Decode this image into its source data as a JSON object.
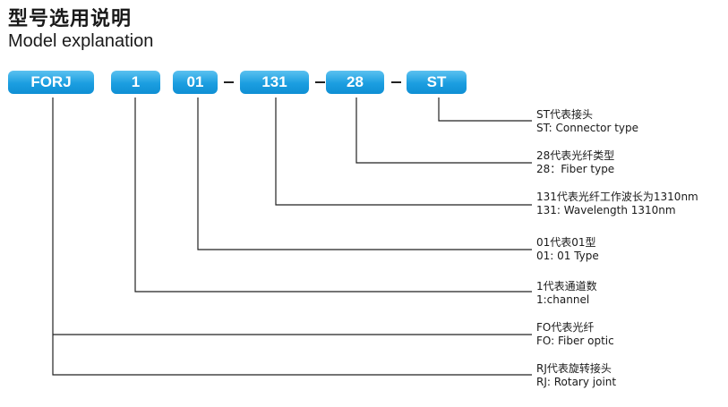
{
  "header": {
    "title_cn": "型号选用说明",
    "title_en": "Model explanation"
  },
  "code": {
    "segments": [
      "FORJ",
      "1",
      "01",
      "131",
      "28",
      "ST"
    ],
    "separator": "–"
  },
  "explanations": [
    {
      "line1": "ST代表接头",
      "line2": "ST: Connector type"
    },
    {
      "line1": "28代表光纤类型",
      "line2": "28：Fiber type"
    },
    {
      "line1": "131代表光纤工作波长为1310nm",
      "line2": "131: Wavelength 1310nm"
    },
    {
      "line1": "01代表01型",
      "line2": "01: 01 Type"
    },
    {
      "line1": "1代表通道数",
      "line2": "1:channel"
    },
    {
      "line1": "FO代表光纤",
      "line2": "FO: Fiber optic"
    },
    {
      "line1": "RJ代表旋转接头",
      "line2": "RJ: Rotary joint"
    }
  ],
  "colors": {
    "pill": "#1b9ee0",
    "line": "#222222",
    "text": "#1a1a1a"
  }
}
